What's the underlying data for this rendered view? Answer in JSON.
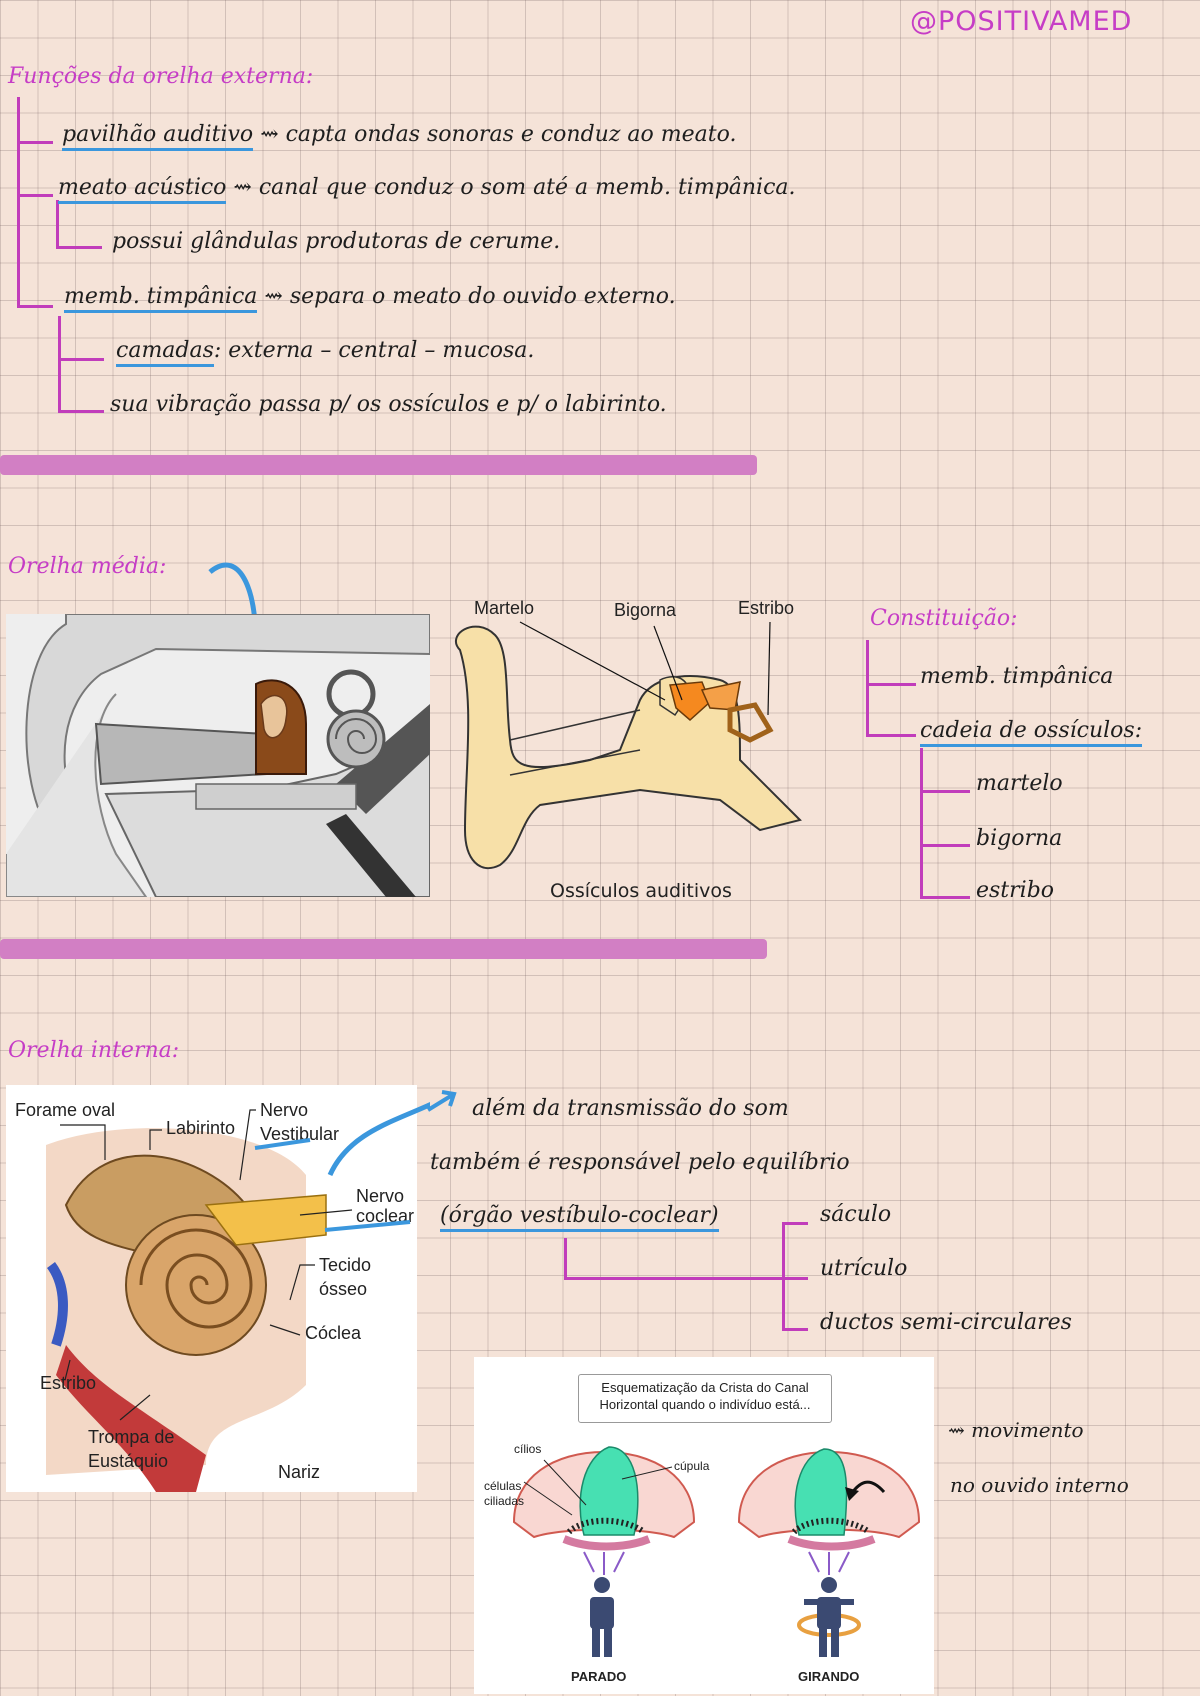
{
  "brand": "@POSITIVAMED",
  "external": {
    "title": "Funções da orelha externa:",
    "items": [
      {
        "term": "pavilhão auditivo",
        "text": "⇝ capta ondas sonoras e conduz ao meato."
      },
      {
        "term": "meato acústico",
        "text": "⇝ canal que conduz o som até a memb. timpânica."
      },
      {
        "sub": "possui glândulas produtoras de cerume."
      },
      {
        "term": "memb. timpânica",
        "text": "⇝ separa o meato do ouvido externo."
      },
      {
        "term": "camadas",
        "text": ": externa – central – mucosa."
      },
      {
        "sub": "sua vibração passa p/ os ossículos e p/ o labirinto."
      }
    ]
  },
  "middle": {
    "title": "Orelha média:",
    "ossicle_labels": [
      "Martelo",
      "Bigorna",
      "Estribo"
    ],
    "ossicle_caption": "Ossículos auditivos",
    "constitution_title": "Constituição:",
    "constitution": [
      "memb. timpânica",
      "cadeia de ossículos:"
    ],
    "ossicles": [
      "martelo",
      "bigorna",
      "estribo"
    ]
  },
  "inner": {
    "title": "Orelha interna:",
    "figure_labels": {
      "forame": "Forame oval",
      "labirinto": "Labirinto",
      "nervo_vest_1": "Nervo",
      "nervo_vest_2": "Vestibular",
      "nervo_coc_1": "Nervo",
      "nervo_coc_2": "coclear",
      "tecido_1": "Tecido",
      "tecido_2": "ósseo",
      "coclea": "Cóclea",
      "estribo": "Estribo",
      "trompa_1": "Trompa de",
      "trompa_2": "Eustáquio",
      "nariz": "Nariz"
    },
    "line1": "além da transmissão do som",
    "line2": "também é responsável pelo equilíbrio",
    "line3": "(órgão vestíbulo-coclear)",
    "parts": [
      "sáculo",
      "utrículo",
      "ductos semi-circulares"
    ],
    "crista": {
      "title_1": "Esquematização da Crista do Canal",
      "title_2": "Horizontal quando o indivíduo está...",
      "cilios": "cílios",
      "celulas_1": "células",
      "celulas_2": "ciliadas",
      "cupula": "cúpula",
      "parado": "PARADO",
      "girando": "GIRANDO"
    },
    "movement_1": "⇝ movimento",
    "movement_2": "no ouvido interno"
  }
}
